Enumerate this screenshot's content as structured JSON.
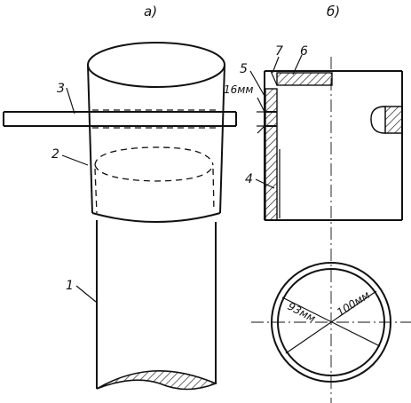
{
  "view_a": {
    "caption": "а)",
    "parts": {
      "p1": "1",
      "p2": "2",
      "p3": "3"
    }
  },
  "view_b": {
    "caption": "б)",
    "parts": {
      "p4": "4",
      "p5": "5",
      "p6": "6",
      "p7": "7"
    },
    "dimensions": {
      "thickness": "16мм",
      "inner_diameter": "93мм",
      "outer_diameter": "100мм"
    }
  }
}
